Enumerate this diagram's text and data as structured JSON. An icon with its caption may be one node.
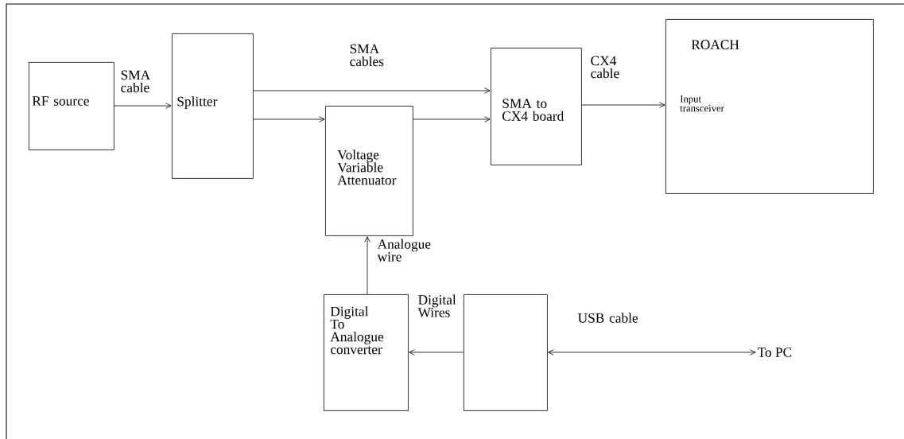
{
  "diagram": {
    "nodes": [
      {
        "text": [
          "RF source"
        ]
      },
      {
        "text": [
          "Splitter"
        ]
      },
      {
        "text": [
          "Voltage Variable Attenuator"
        ]
      },
      {
        "text": [
          "SMA to CX4 board"
        ]
      },
      {
        "text": [
          "ROACH",
          "Input transceiver"
        ]
      },
      {
        "text": [
          "Digital To Analogue converter"
        ]
      },
      {
        "text": [],
        "shape": "box"
      },
      {
        "text": [
          "To PC"
        ]
      }
    ],
    "edges": [
      {
        "from": 0,
        "to": 1,
        "arrow": "to",
        "label": "SMA cable"
      },
      {
        "from": 1,
        "to": 3,
        "arrow": "to",
        "label": "SMA cables"
      },
      {
        "from": 1,
        "to": 2,
        "arrow": "to"
      },
      {
        "from": 2,
        "to": 3,
        "arrow": "to"
      },
      {
        "from": 3,
        "to": 4,
        "arrow": "to",
        "label": "CX4 cable"
      },
      {
        "from": 5,
        "to": 2,
        "arrow": "to",
        "label": "Analogue wire"
      },
      {
        "from": 6,
        "to": 5,
        "arrow": "to",
        "label": "Digital Wires"
      },
      {
        "from": 6,
        "to": 7,
        "arrow": "both",
        "label": "USB cable"
      }
    ]
  }
}
